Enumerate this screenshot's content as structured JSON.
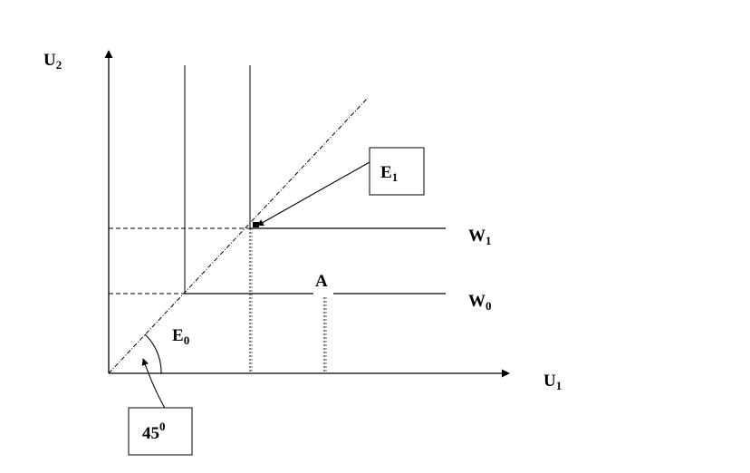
{
  "labels": {
    "u2": {
      "main": "U",
      "sub": "2"
    },
    "u1": {
      "main": "U",
      "sub": "1"
    },
    "w1": {
      "main": "W",
      "sub": "1"
    },
    "w0": {
      "main": "W",
      "sub": "0"
    },
    "e1": {
      "main": "E",
      "sub": "1"
    },
    "e0": {
      "main": "E",
      "sub": "0"
    },
    "a": "A",
    "angle": {
      "main": "45",
      "sup": "0"
    }
  },
  "colors": {
    "ink": "#000000",
    "background": "#ffffff"
  }
}
